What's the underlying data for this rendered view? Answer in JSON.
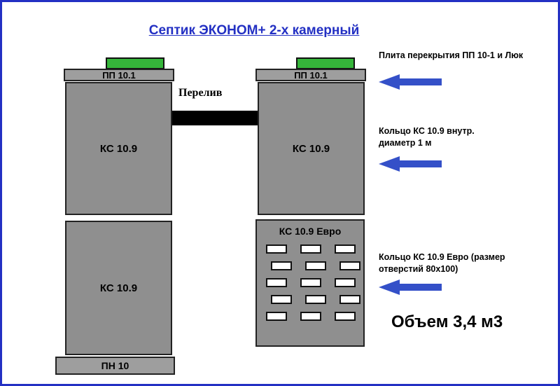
{
  "title": "Септик ЭКОНОМ+ 2-х камерный",
  "overflow": {
    "label": "Перелив"
  },
  "left_column": {
    "top_plate_label": "ПП 10.1",
    "ring1_label": "КС 10.9",
    "ring2_label": "КС 10.9",
    "bottom_plate_label": "ПН 10"
  },
  "right_column": {
    "top_plate_label": "ПП 10.1",
    "ring1_label": "КС 10.9",
    "euro_ring_label": "КС 10.9 Евро",
    "holes": {
      "rows": 5,
      "cols": 3
    }
  },
  "annotations": [
    {
      "text": "Плита перекрытия ПП 10-1 и Люк"
    },
    {
      "text": "Кольцо КС 10.9 внутр. диаметр 1 м"
    },
    {
      "text": "Кольцо КС 10.9 Евро (размер отверстий 80x100)"
    }
  ],
  "volume_label": "Объем 3,4 м3",
  "colors": {
    "accent_blue": "#2330c3",
    "arrow_blue": "#3450c8",
    "ring_gray": "#8f8f8f",
    "plate_gray": "#9e9e9e",
    "hatch_green": "#35b53a"
  }
}
